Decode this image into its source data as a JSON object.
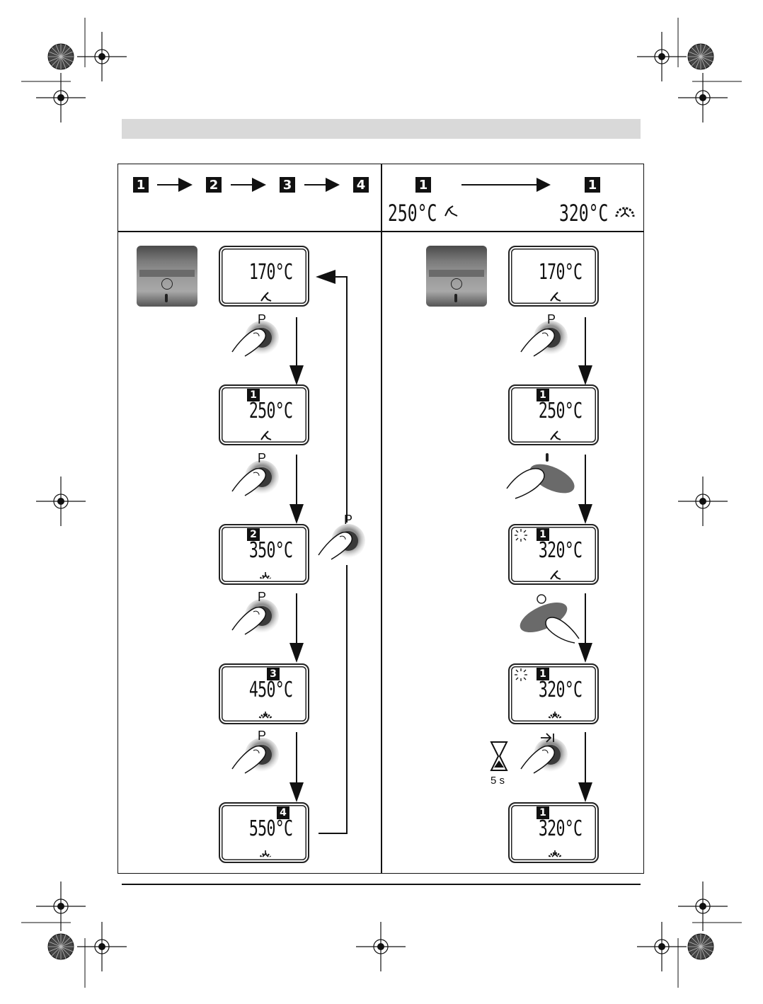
{
  "left_header": {
    "steps": [
      "1",
      "2",
      "3",
      "4"
    ]
  },
  "right_header": {
    "from_step": "1",
    "to_step": "1",
    "from_temp": "250°C",
    "to_temp": "320°C"
  },
  "left_column": {
    "displays": [
      {
        "temp": "170°C",
        "mode": ""
      },
      {
        "temp": "250°C",
        "mode": "1"
      },
      {
        "temp": "350°C",
        "mode": "2"
      },
      {
        "temp": "450°C",
        "mode": "3"
      },
      {
        "temp": "550°C",
        "mode": "4"
      }
    ],
    "button_label": "P"
  },
  "right_column": {
    "displays": [
      {
        "temp": "170°C",
        "mode": ""
      },
      {
        "temp": "250°C",
        "mode": "1"
      },
      {
        "temp": "320°C",
        "mode": "1"
      },
      {
        "temp": "320°C",
        "mode": "1"
      },
      {
        "temp": "320°C",
        "mode": "1"
      }
    ],
    "button_label": "P",
    "timer_label": "5 s"
  },
  "colors": {
    "ink": "#111111",
    "header_bar": "#d9d9d9"
  }
}
